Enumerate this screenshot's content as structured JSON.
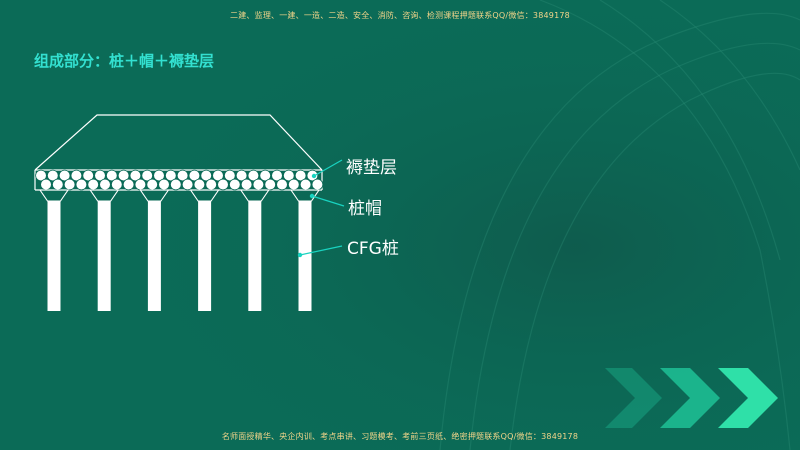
{
  "header_note": "二建、监理、一建、一造、二造、安全、消防、咨询、检测课程押题联系QQ/微信：3849178",
  "footer_note": "名师面授精华、央企内训、考点串讲、习题模考、考前三页纸、绝密押题联系QQ/微信：3849178",
  "slide_title": "组成部分：桩＋帽＋褥垫层",
  "labels": {
    "cushion": "褥垫层",
    "cap": "桩帽",
    "cfg_pile": "CFG桩"
  },
  "diagram": {
    "pile_count": 6,
    "colors": {
      "pile": "#ffffff",
      "leader": "#19d3c0",
      "title": "#33e0d0",
      "background": "#0b6b57"
    }
  },
  "decorations": {
    "arrow_icons": [
      "chevron-right-icon",
      "chevron-right-icon",
      "chevron-right-icon"
    ]
  }
}
